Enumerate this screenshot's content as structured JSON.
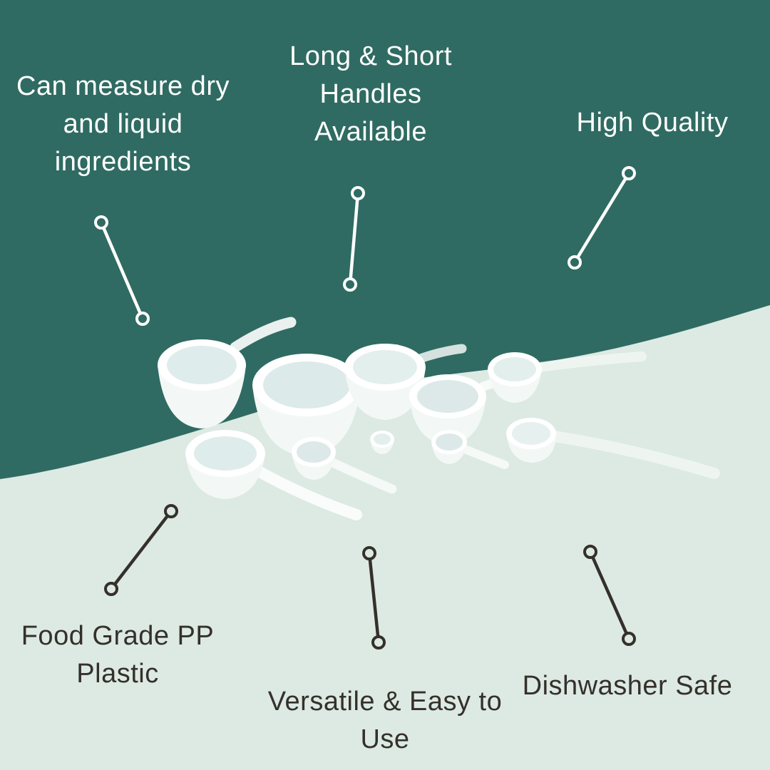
{
  "colors": {
    "top_background": "#2f6b62",
    "bottom_background": "#dceae3",
    "light_text": "#ffffff",
    "dark_text": "#35302b"
  },
  "callouts": {
    "top_left": {
      "lines": [
        "Can measure dry",
        "and liquid",
        "ingredients"
      ]
    },
    "top_center": {
      "lines": [
        "Long & Short",
        "Handles",
        "Available"
      ]
    },
    "top_right": {
      "lines": [
        "High Quality"
      ]
    },
    "bottom_left": {
      "lines": [
        "Food Grade PP",
        "Plastic"
      ]
    },
    "bottom_center": {
      "lines": [
        "Versatile & Easy to",
        "Use"
      ]
    },
    "bottom_right": {
      "lines": [
        "Dishwasher Safe"
      ]
    }
  },
  "product_image": {
    "alt": "Set of white plastic measuring scoops and spoons with long and short handles"
  }
}
